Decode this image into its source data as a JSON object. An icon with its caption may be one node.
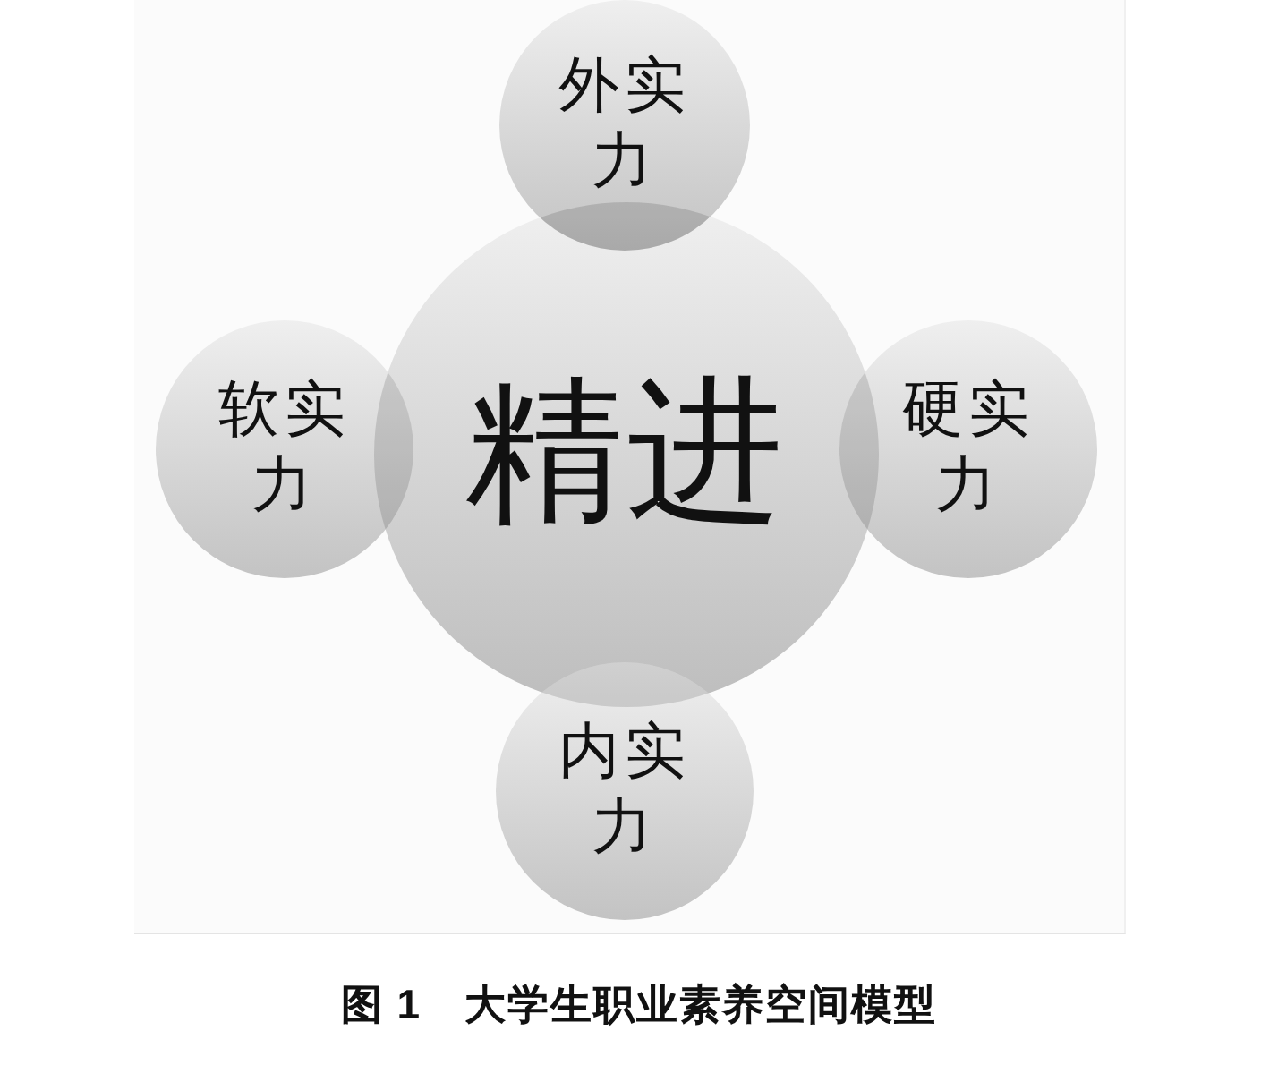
{
  "diagram": {
    "caption": "图 1　大学生职业素养空间模型",
    "nodes": [
      {
        "text": [
          "外实力"
        ]
      },
      {
        "text": [
          "软实力"
        ]
      },
      {
        "text": [
          "精进"
        ]
      },
      {
        "text": [
          "硬实力"
        ]
      },
      {
        "text": [
          "内实力"
        ]
      }
    ]
  }
}
